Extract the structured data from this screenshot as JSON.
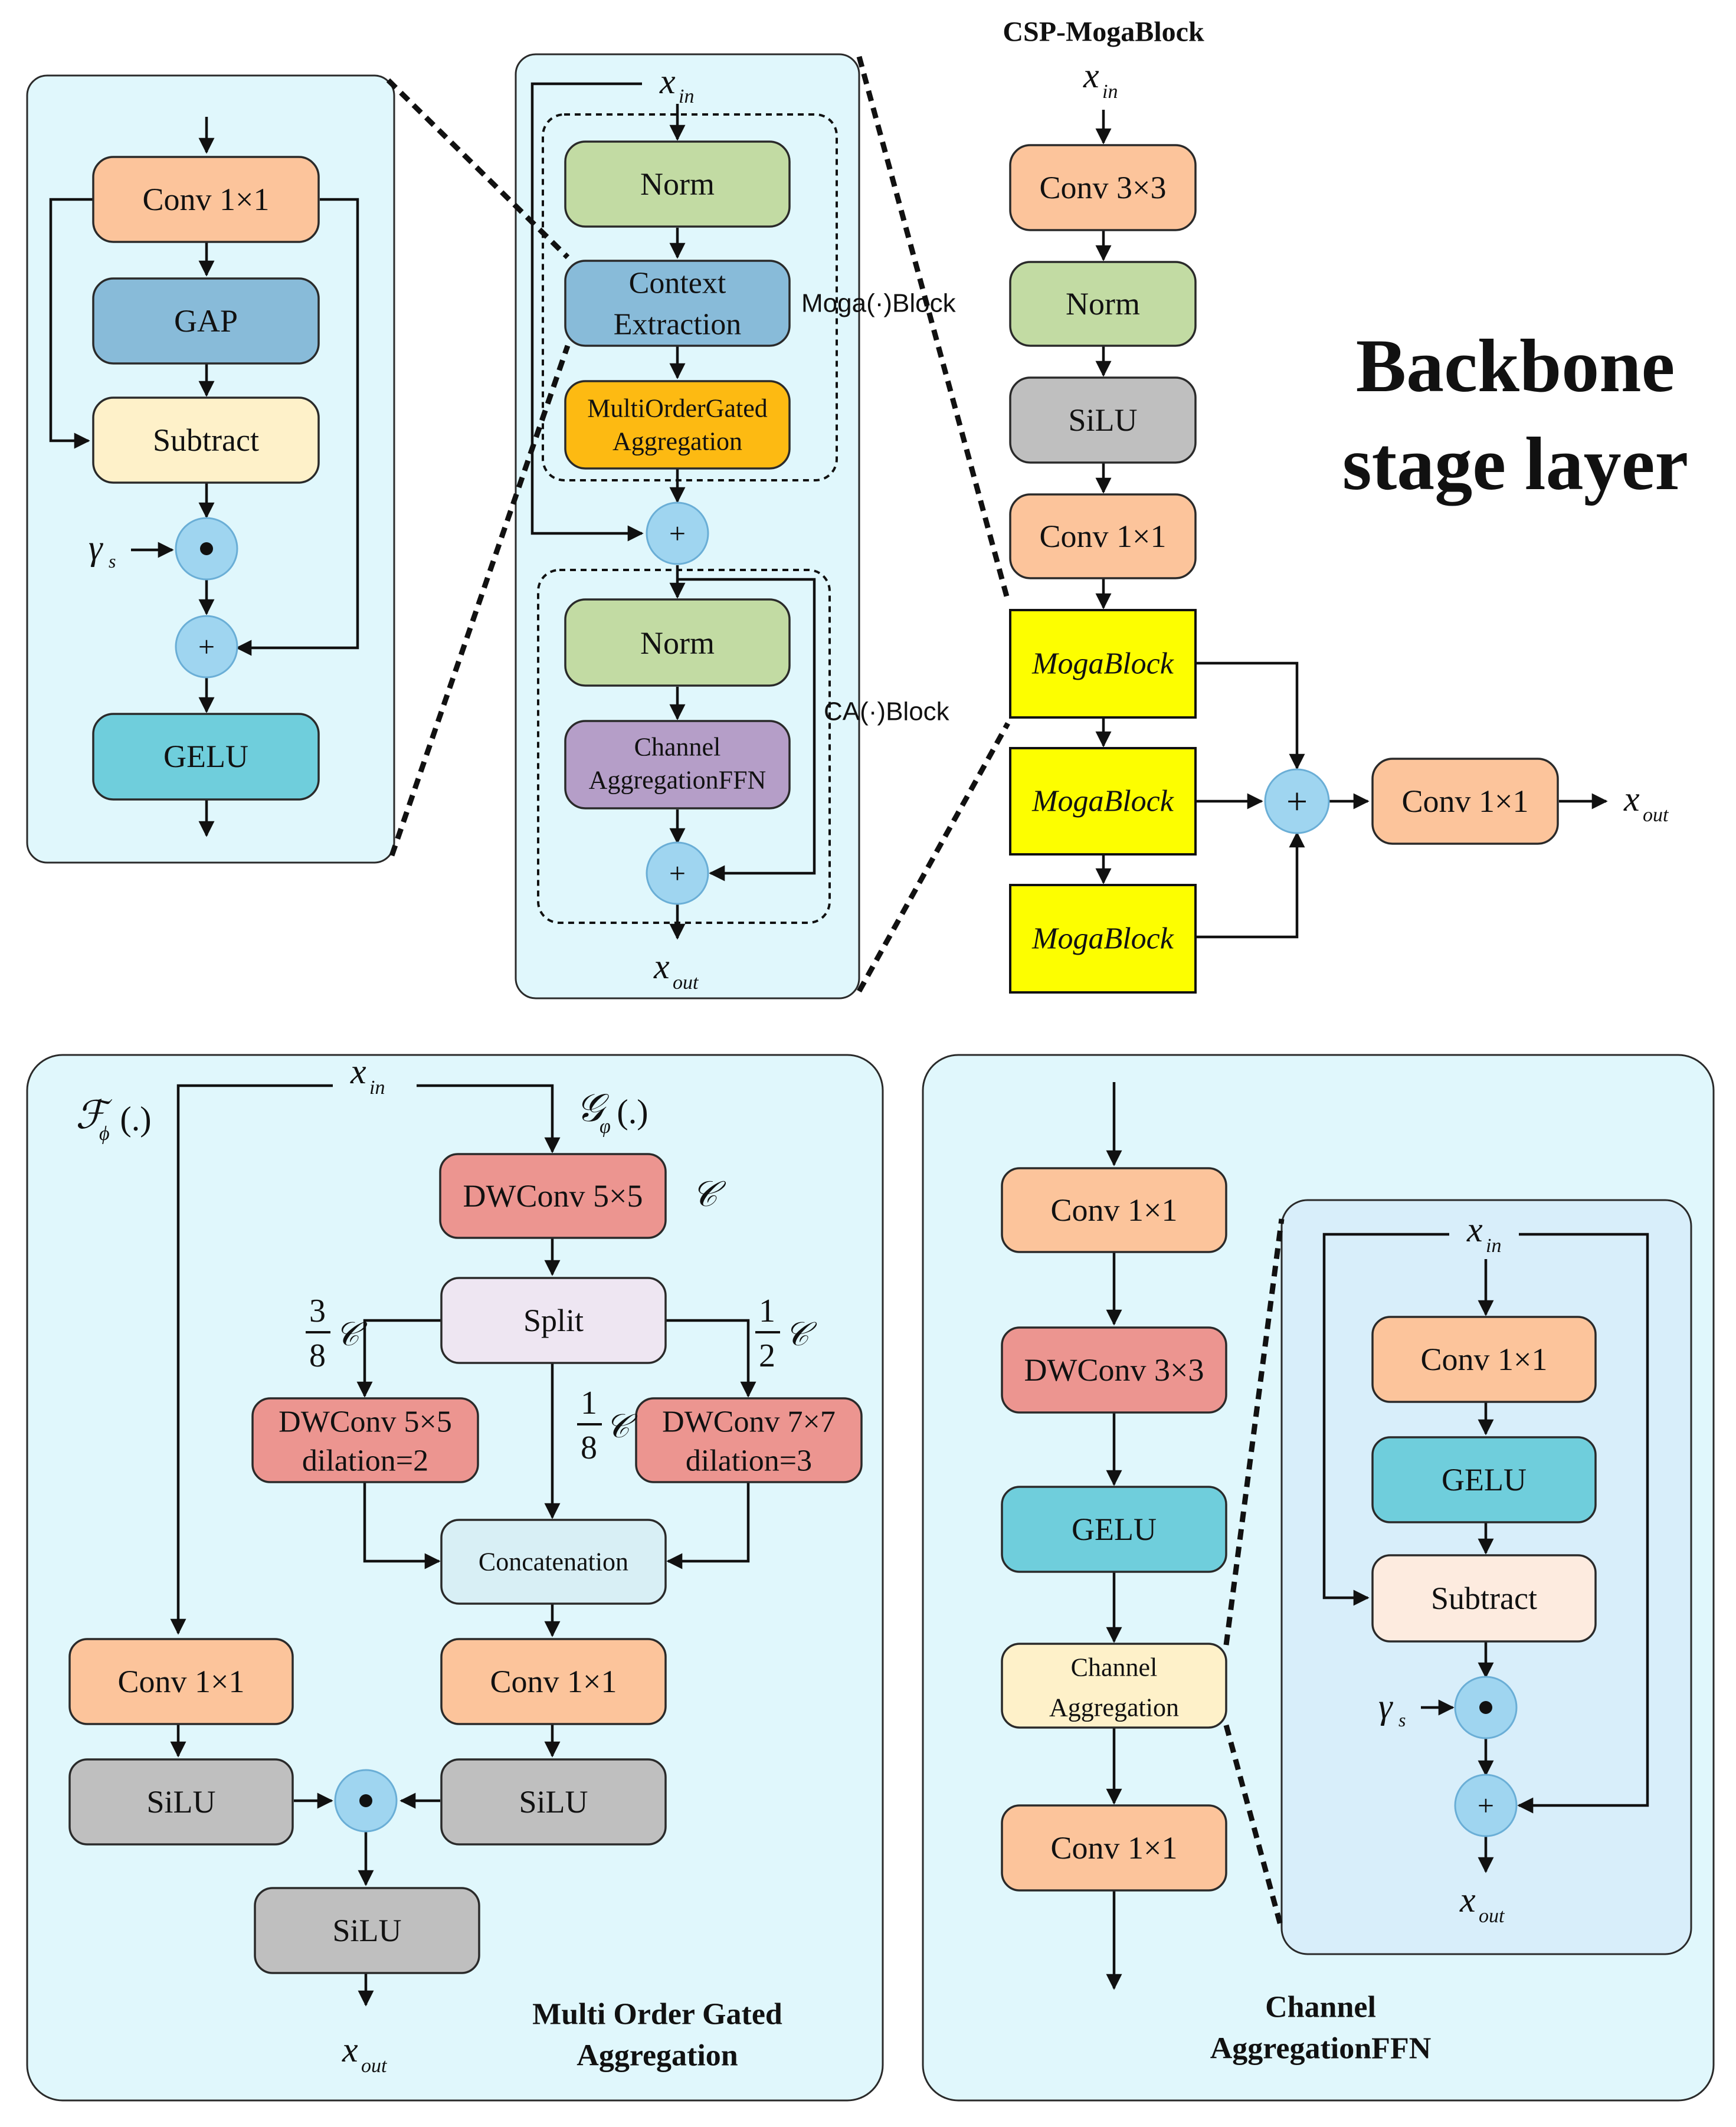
{
  "title_csp": "CSP-MogaBlock",
  "title_main_line1": "Backbone",
  "title_main_line2": "stage layer",
  "sym": {
    "x": "x",
    "in": "in",
    "out": "out",
    "gamma": "γ",
    "s": "s",
    "plus": "+",
    "dot": "●",
    "C": "𝒞"
  },
  "panel_ce": {
    "conv": "Conv 1×1",
    "gap": "GAP",
    "subtract": "Subtract",
    "gelu": "GELU"
  },
  "panel_moga": {
    "norm1": "Norm",
    "ctx1": "Context",
    "ctx2": "Extraction",
    "mog1": "MultiOrderGated",
    "mog2": "Aggregation",
    "moga_label": "Moga(·)Block",
    "norm2": "Norm",
    "ch1": "Channel",
    "ch2": "AggregationFFN",
    "ca_label": "CA(·)Block"
  },
  "panel_csp": {
    "conv33": "Conv 3×3",
    "norm": "Norm",
    "silu": "SiLU",
    "conv11": "Conv 1×1",
    "moga1": "MogaBlock",
    "moga2": "MogaBlock",
    "moga3": "MogaBlock",
    "conv_out": "Conv 1×1"
  },
  "panel_mog": {
    "f_phi": "ℱ",
    "phi_sub": "ϕ",
    "g_varphi": "𝒢",
    "varphi_sub": "φ",
    "paren": "(.)",
    "dwconv55": "DWConv 5×5",
    "split": "Split",
    "frac_38_n": "3",
    "frac_38_d": "8",
    "frac_12_n": "1",
    "frac_12_d": "2",
    "frac_18_n": "1",
    "frac_18_d": "8",
    "dwl1": "DWConv 5×5",
    "dwl2": "dilation=2",
    "dwr1": "DWConv 7×7",
    "dwr2": "dilation=3",
    "concat": "Concatenation",
    "conv_l": "Conv 1×1",
    "conv_r": "Conv 1×1",
    "silu_l": "SiLU",
    "silu_r": "SiLU",
    "silu_out": "SiLU",
    "caption1": "Multi Order Gated",
    "caption2": "Aggregation"
  },
  "panel_ffn": {
    "conv1": "Conv 1×1",
    "dwconv": "DWConv 3×3",
    "gelu": "GELU",
    "ca1": "Channel",
    "ca2": "Aggregation",
    "conv2": "Conv 1×1",
    "inner_conv": "Conv 1×1",
    "inner_gelu": "GELU",
    "inner_sub": "Subtract",
    "caption1": "Channel",
    "caption2": "AggregationFFN"
  },
  "colors": {
    "orange": "#fcc49b",
    "blue": "#88bbd9",
    "cream": "#fef1c9",
    "teal": "#6fcedc",
    "green": "#c2dba3",
    "amber": "#fdba12",
    "purple": "#b59ec8",
    "gray": "#bfbfbf",
    "yellow": "#fdfe00",
    "red": "#ec9590",
    "lav": "#eee6f2",
    "lightblue": "#d8eff5",
    "peach": "#fdebdf"
  }
}
